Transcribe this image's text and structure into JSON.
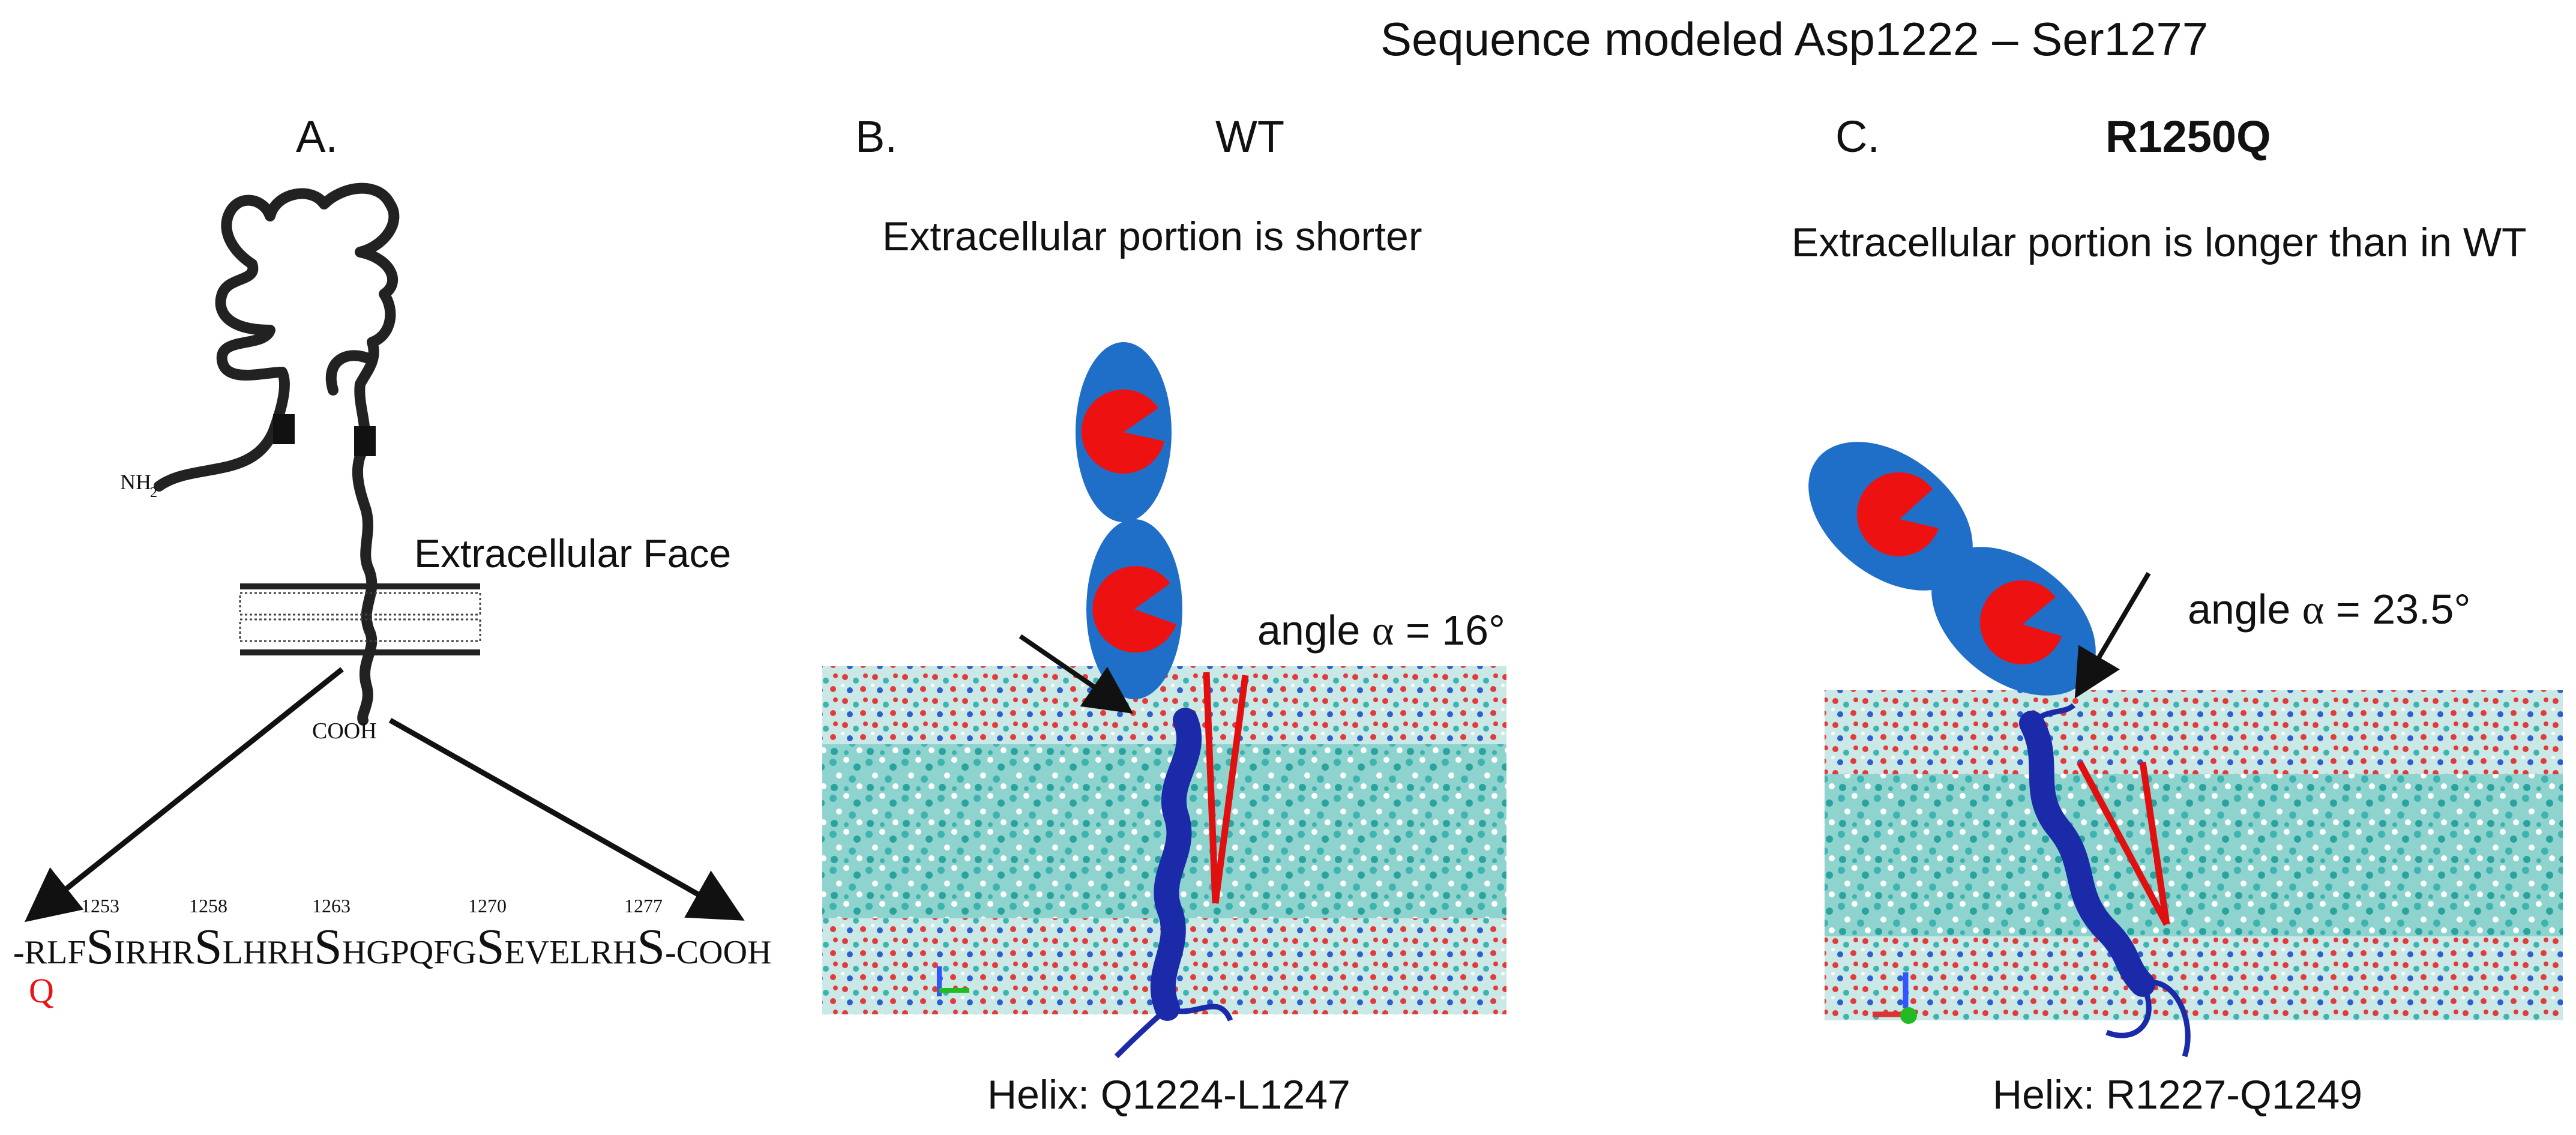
{
  "title": "Sequence modeled Asp1222 – Ser1277",
  "panel_a": {
    "letter": "A.",
    "nh2": "NH",
    "nh2_sub": "2",
    "cooh": "COOH",
    "face_label": "Extracellular Face",
    "sequence": {
      "prefix": "-RLF",
      "big_s": "S",
      "seg1": "IRHR",
      "seg2": "LHRH",
      "seg3": "HGPQFG",
      "seg4": "EVELRH",
      "suffix": "-COOH"
    },
    "positions": [
      "1253",
      "1258",
      "1263",
      "1270",
      "1277"
    ],
    "mutation": "Q"
  },
  "panel_b": {
    "letter": "B.",
    "name": "WT",
    "subtitle": "Extracellular portion is shorter",
    "angle_prefix": "angle ",
    "angle_symbol": "α",
    "angle_value": " = 16°",
    "helix": "Helix: Q1224-L1247"
  },
  "panel_c": {
    "letter": "C.",
    "name": "R1250Q",
    "subtitle": "Extracellular portion is longer than in WT",
    "angle_prefix": "angle ",
    "angle_symbol": "α",
    "angle_value": " = 23.5°",
    "helix": "Helix: R1227-Q1249"
  },
  "colors": {
    "domain_blue": "#1f6fc8",
    "pacman_red": "#ee1111",
    "lipid_cyan": "#3fb3b0",
    "helix_blue": "#1a2aa8",
    "arrow": "#111111",
    "angle_red": "#e01010"
  }
}
